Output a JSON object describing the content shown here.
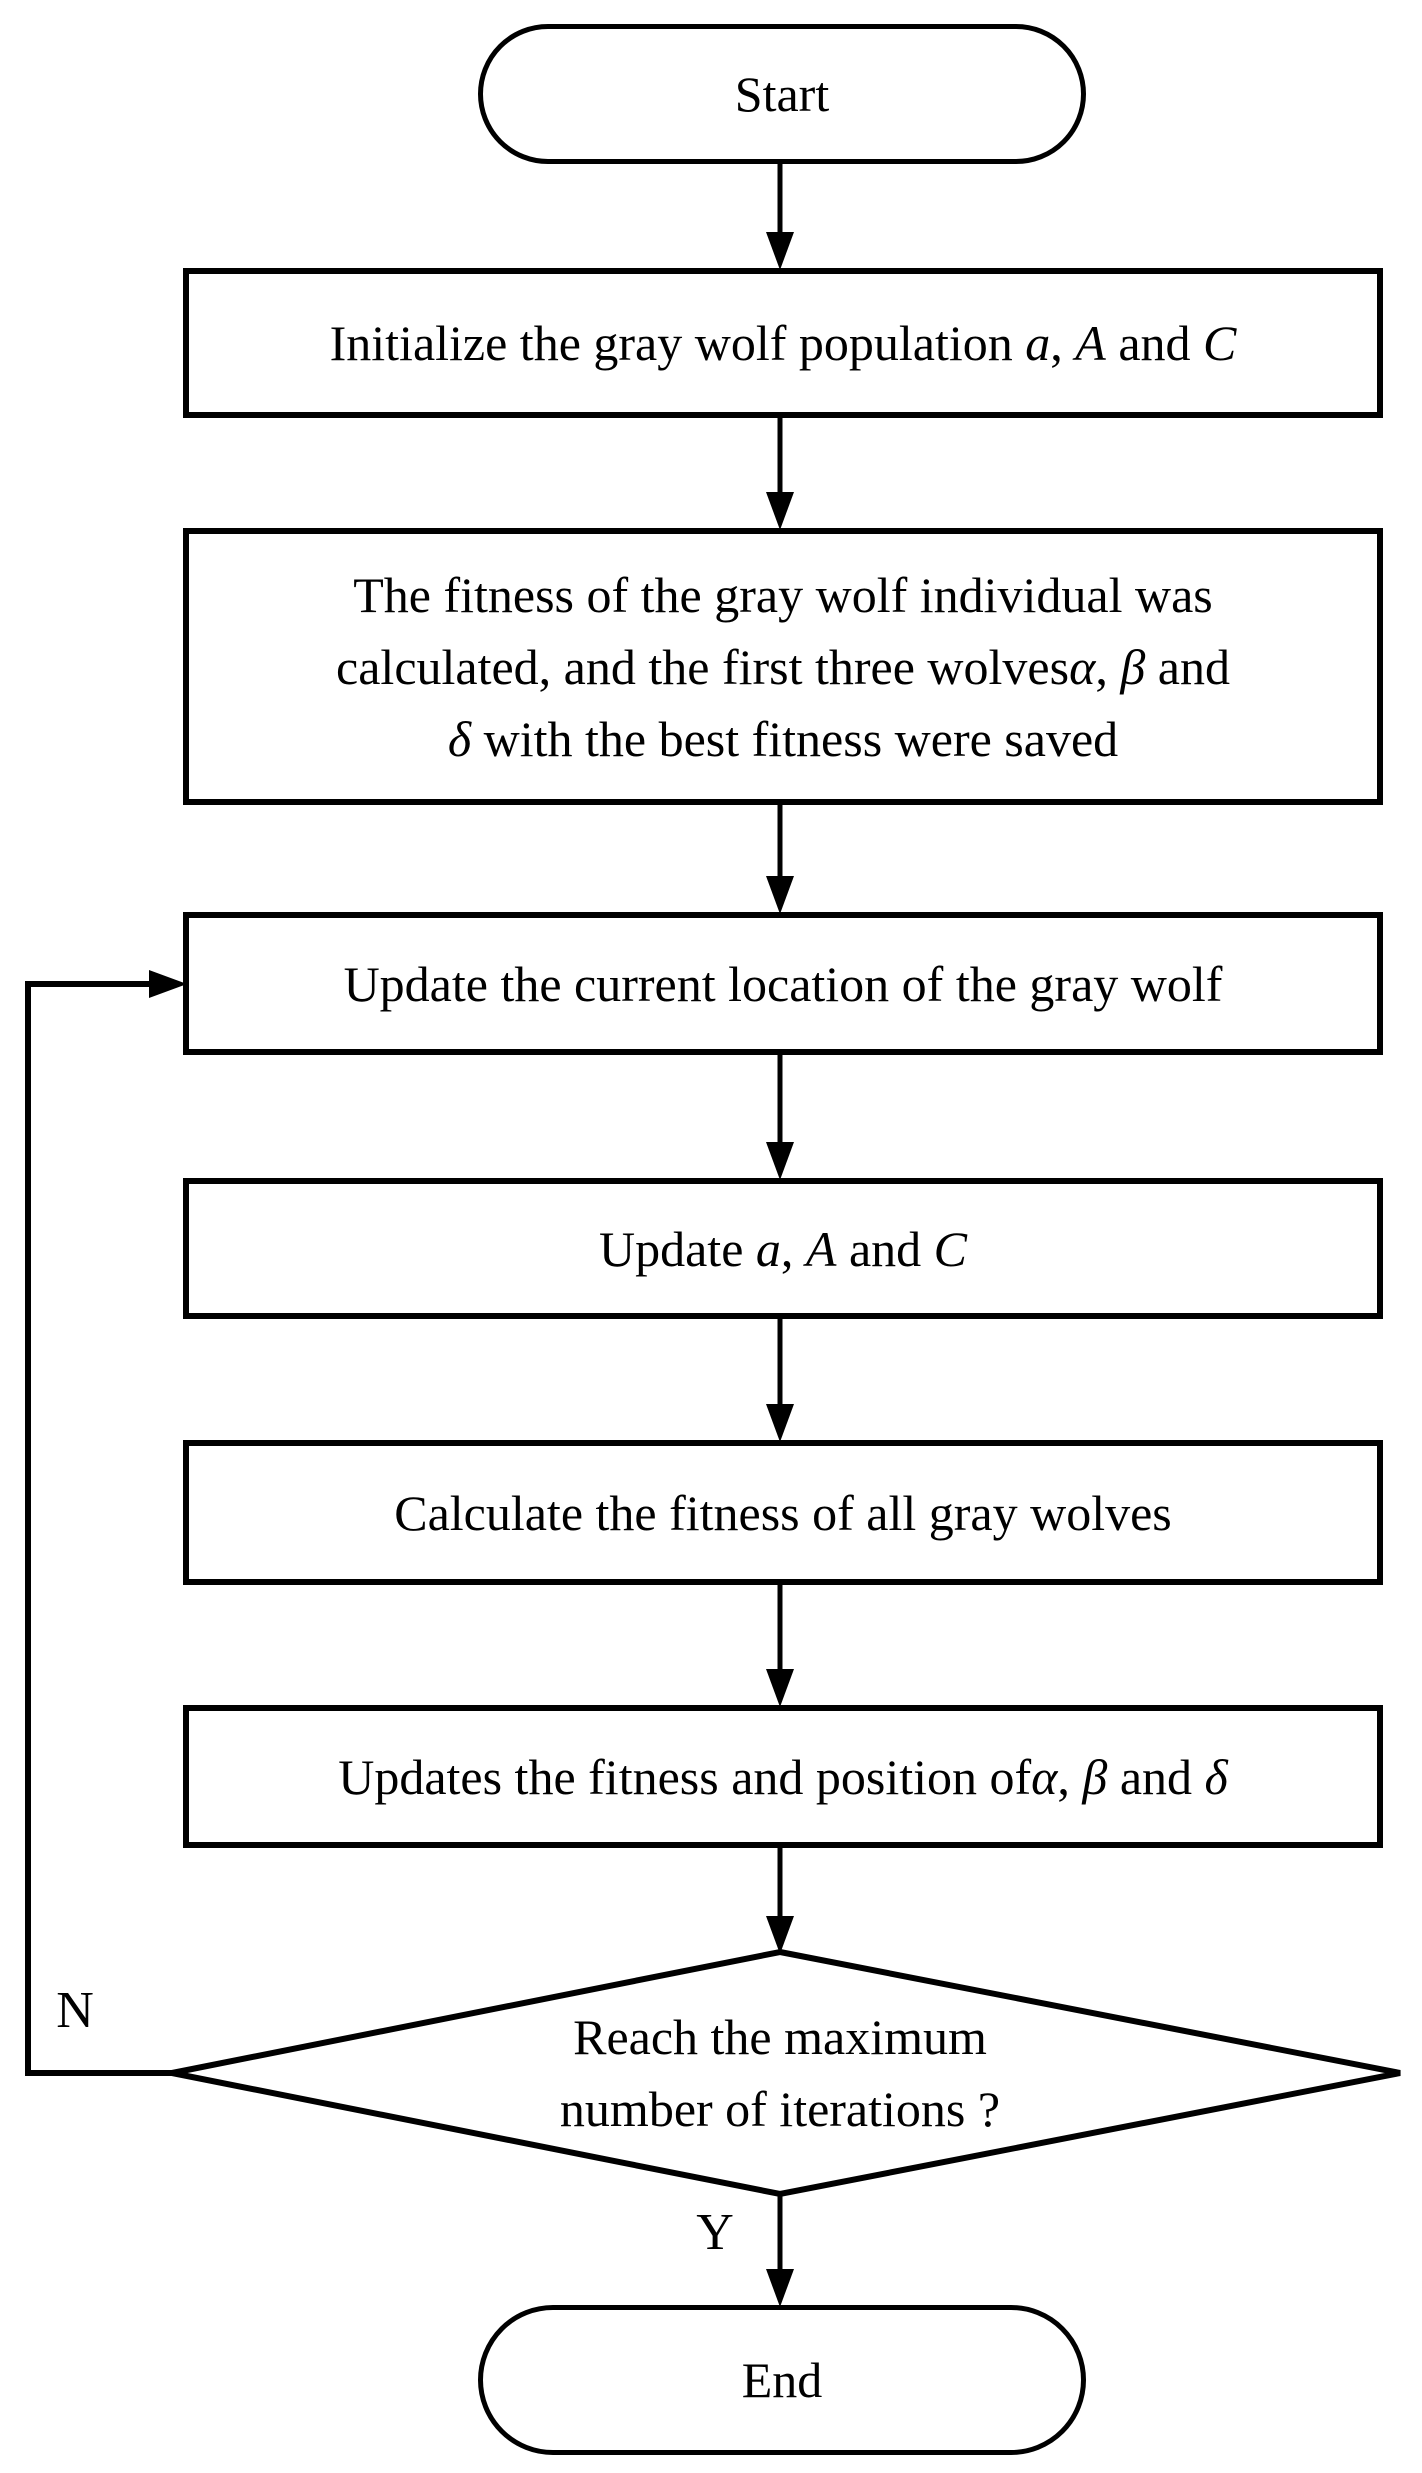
{
  "figure": {
    "background": "#ffffff",
    "stroke_color": "#000000"
  },
  "nodes": {
    "start": {
      "type": "terminator",
      "lines": [
        [
          {
            "t": "Start"
          }
        ]
      ]
    },
    "initialize": {
      "type": "process",
      "lines": [
        [
          {
            "t": "Initialize the gray wolf population "
          },
          {
            "t": "a",
            "i": true
          },
          {
            "t": ", "
          },
          {
            "t": "A",
            "i": true
          },
          {
            "t": " and "
          },
          {
            "t": "C",
            "i": true
          }
        ]
      ]
    },
    "fitness_save_leaders": {
      "type": "process",
      "lines": [
        [
          {
            "t": "The fitness of the gray wolf individual was"
          }
        ],
        [
          {
            "t": "calculated, and the first three wolves"
          },
          {
            "t": "α",
            "i": true
          },
          {
            "t": ", "
          },
          {
            "t": "β",
            "i": true
          },
          {
            "t": " and"
          }
        ],
        [
          {
            "t": "δ",
            "i": true
          },
          {
            "t": " with the best fitness were saved"
          }
        ]
      ]
    },
    "update_location": {
      "type": "process",
      "lines": [
        [
          {
            "t": "Update the current location of the gray wolf"
          }
        ]
      ]
    },
    "update_params": {
      "type": "process",
      "lines": [
        [
          {
            "t": "Update "
          },
          {
            "t": "a",
            "i": true
          },
          {
            "t": ", "
          },
          {
            "t": "A",
            "i": true
          },
          {
            "t": " and "
          },
          {
            "t": "C",
            "i": true
          }
        ]
      ]
    },
    "calc_fitness_all": {
      "type": "process",
      "lines": [
        [
          {
            "t": "Calculate the fitness of all gray wolves"
          }
        ]
      ]
    },
    "update_leaders": {
      "type": "process",
      "lines": [
        [
          {
            "t": "Updates the fitness and position of"
          },
          {
            "t": "α",
            "i": true
          },
          {
            "t": ", "
          },
          {
            "t": "β",
            "i": true
          },
          {
            "t": " and "
          },
          {
            "t": "δ",
            "i": true
          }
        ]
      ]
    },
    "decision_max_iterations": {
      "type": "decision",
      "lines": [
        [
          {
            "t": "Reach the maximum"
          }
        ],
        [
          {
            "t": "number of iterations ?"
          }
        ]
      ]
    },
    "end": {
      "type": "terminator",
      "lines": [
        [
          {
            "t": "End"
          }
        ]
      ]
    }
  },
  "edges": {
    "yes_label": "Y",
    "no_label": "N"
  }
}
